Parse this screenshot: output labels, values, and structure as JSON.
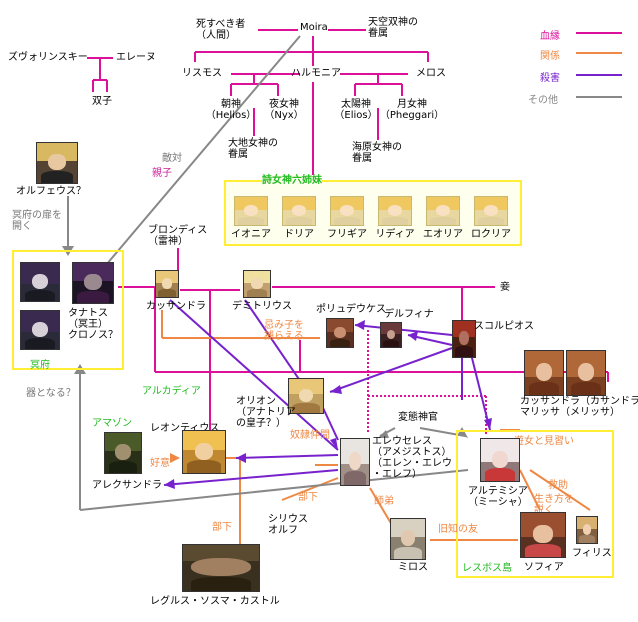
{
  "legend": {
    "blood": {
      "label": "血縁",
      "color": "#dd1199"
    },
    "relation": {
      "label": "関係",
      "color": "#ee8844"
    },
    "murder": {
      "label": "殺害",
      "color": "#7722cc"
    },
    "other": {
      "label": "その他",
      "color": "#888888"
    }
  },
  "gods": {
    "mortal": "死すべき者\n（人間）",
    "moira": "Moira",
    "twin_gods": "天空双神の\n眷属",
    "lysimos": "リスモス",
    "harmonia": "ハルモニア",
    "melos": "メロス",
    "helios": "朝神\n（Helios）",
    "nyx": "夜女神\n（Nyx）",
    "elios": "太陽神\n（Elios）",
    "pheggari": "月女神\n（Pheggari）",
    "earth": "大地女神の\n眷属",
    "sea": "海原女神の\n眷属"
  },
  "left_family": {
    "zvolinsky": "ズヴォリンスキー",
    "elena": "エレーヌ",
    "twins": "双子"
  },
  "muses": {
    "title": "詩女神六姉妹",
    "names": [
      "イオニア",
      "ドリア",
      "フリギア",
      "リディア",
      "エオリア",
      "ロクリア"
    ]
  },
  "labels": {
    "orpheus": "オルフェウス？",
    "hades_door": "冥府の扉を\n開く",
    "enmity": "敵対",
    "parent_child": "親子",
    "hades": "冥府",
    "thanatos": "タナトス\n（冥王）\nクロノス？",
    "vessel": "器となる？",
    "brontes": "ブロンディス\n（雷神）",
    "cassandra": "カッサンドラ",
    "demitrius": "デミトリウス",
    "concubine": "妾",
    "polydeuces": "ポリュデウケス",
    "delphina": "デルフィナ",
    "scorpios": "スコルピオス",
    "taboo": "忌み子を\n捕らえる",
    "arcadia": "アルカディア",
    "orion": "オリオン\n（アナトリア\nの皇子？）",
    "slave_mates": "奴隷仲間",
    "cassandra_marisa": "カッサンドラ（カサンドラ）\nマリッサ（メリッサ）",
    "amazon": "アマゾン",
    "leontius": "レオンティウス",
    "affection": "好意",
    "alexandra": "アレクサンドラ",
    "pervert": "変態神官",
    "elefseles": "エレウセレス\n（アメジストス）\n（エレン・エレウ\n・エレフ）",
    "subordinate1": "部下",
    "sirius": "シリウス\nオルフ",
    "subordinate2": "部下",
    "master_pupil": "師弟",
    "milos": "ミロス",
    "old_friend": "旧知の友",
    "prostitute_apprentice": "遊女と見習い",
    "rescue": "救助",
    "live": "生き方を\n説く",
    "artemisia": "アルテミシア\n（ミーシャ）",
    "sophia": "ソフィア",
    "phyllis": "フィリス",
    "lesbos": "レスボス島",
    "regulus": "レグルス・ソスマ・カストル"
  }
}
